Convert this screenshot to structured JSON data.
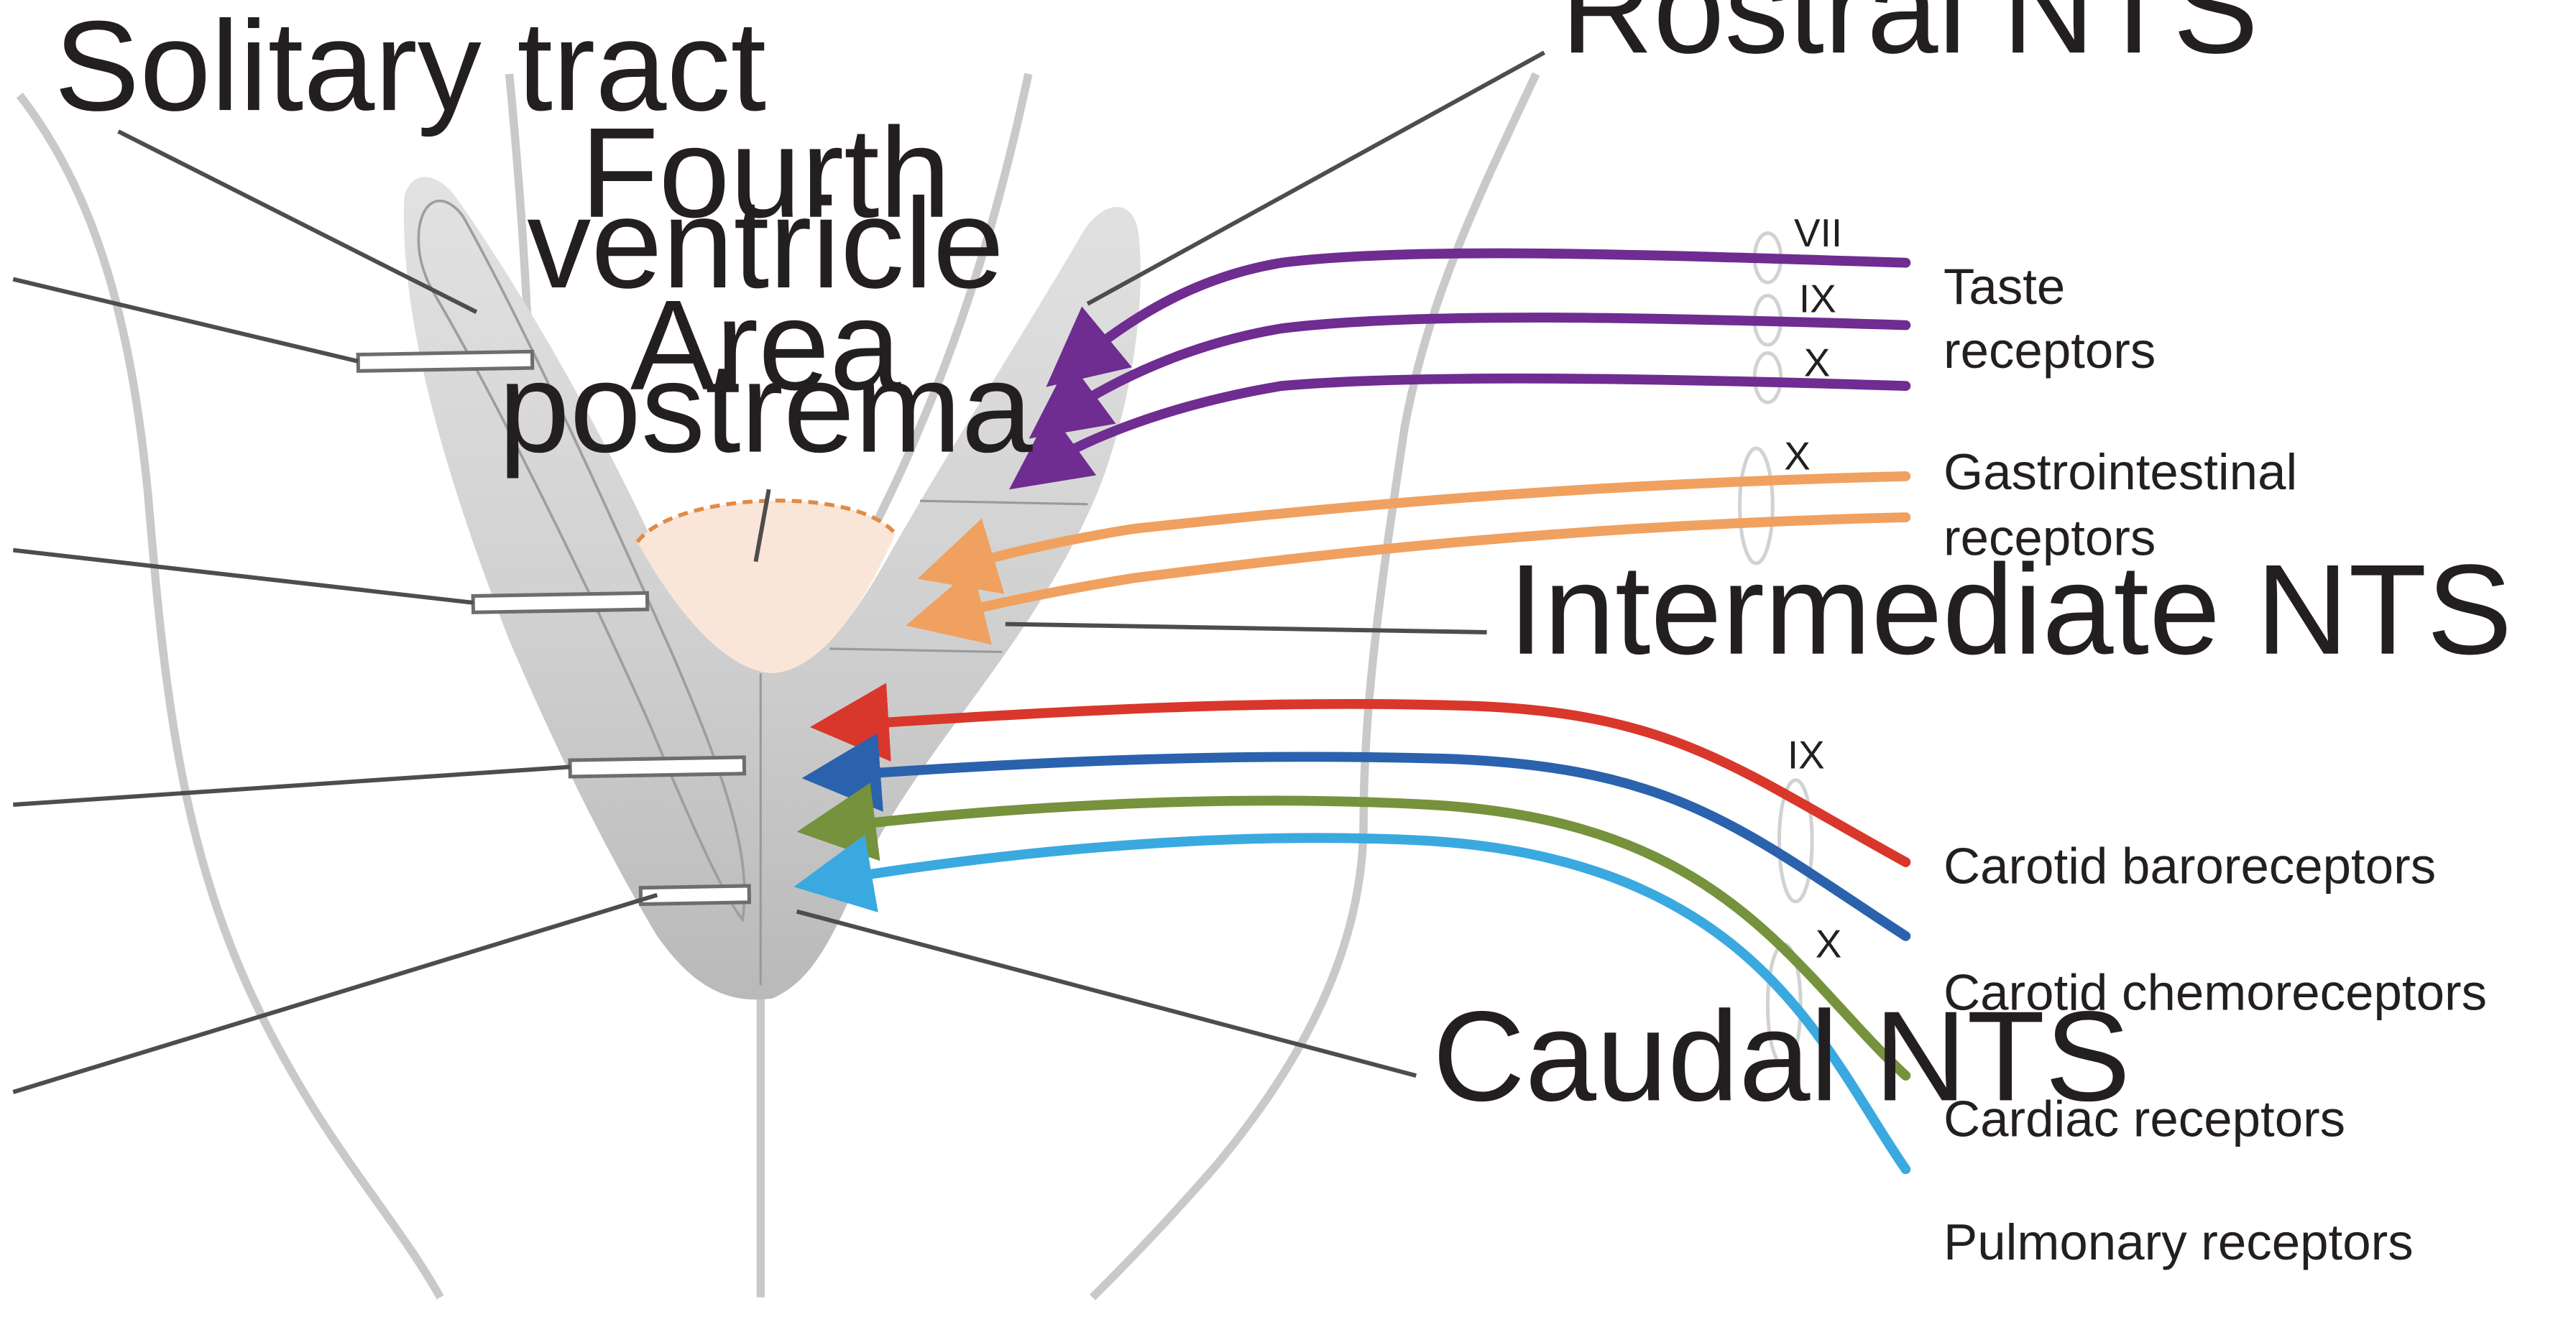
{
  "labels": {
    "solitary_tract": "Solitary tract",
    "rostral_nts": "Rostral NTS",
    "fourth_ventricle_line1": "Fourth",
    "fourth_ventricle_line2": "ventricle",
    "area_postrema_line1": "Area",
    "area_postrema_line2": "postrema",
    "intermediate_nts": "Intermediate NTS",
    "caudal_nts": "Caudal NTS"
  },
  "nerves": {
    "taste_vii": "VII",
    "taste_ix": "IX",
    "taste_x": "X",
    "gi_x": "X",
    "cardio_ix": "IX",
    "cardio_x": "X"
  },
  "receptors": [
    {
      "id": "taste",
      "label_line1": "Taste",
      "label_line2": "receptors",
      "color": "#6f2c91"
    },
    {
      "id": "gastrointestinal",
      "label_line1": "Gastrointestinal",
      "label_line2": "receptors",
      "color": "#f0a15f"
    },
    {
      "id": "carotid_baro",
      "label_line1": "Carotid baroreceptors",
      "color": "#d9372b"
    },
    {
      "id": "carotid_chemo",
      "label_line1": "Carotid chemoreceptors",
      "color": "#2a62ad"
    },
    {
      "id": "cardiac",
      "label_line1": "Cardiac receptors",
      "color": "#76923c"
    },
    {
      "id": "pulmonary",
      "label_line1": "Pulmonary receptors",
      "color": "#3aa9e0"
    }
  ],
  "colors": {
    "nts_region": "#d3d3d3",
    "area_postrema_fill": "#fae6d8",
    "area_postrema_border": "#e08b45",
    "outline": "#c9c9c9",
    "text": "#231f20"
  }
}
